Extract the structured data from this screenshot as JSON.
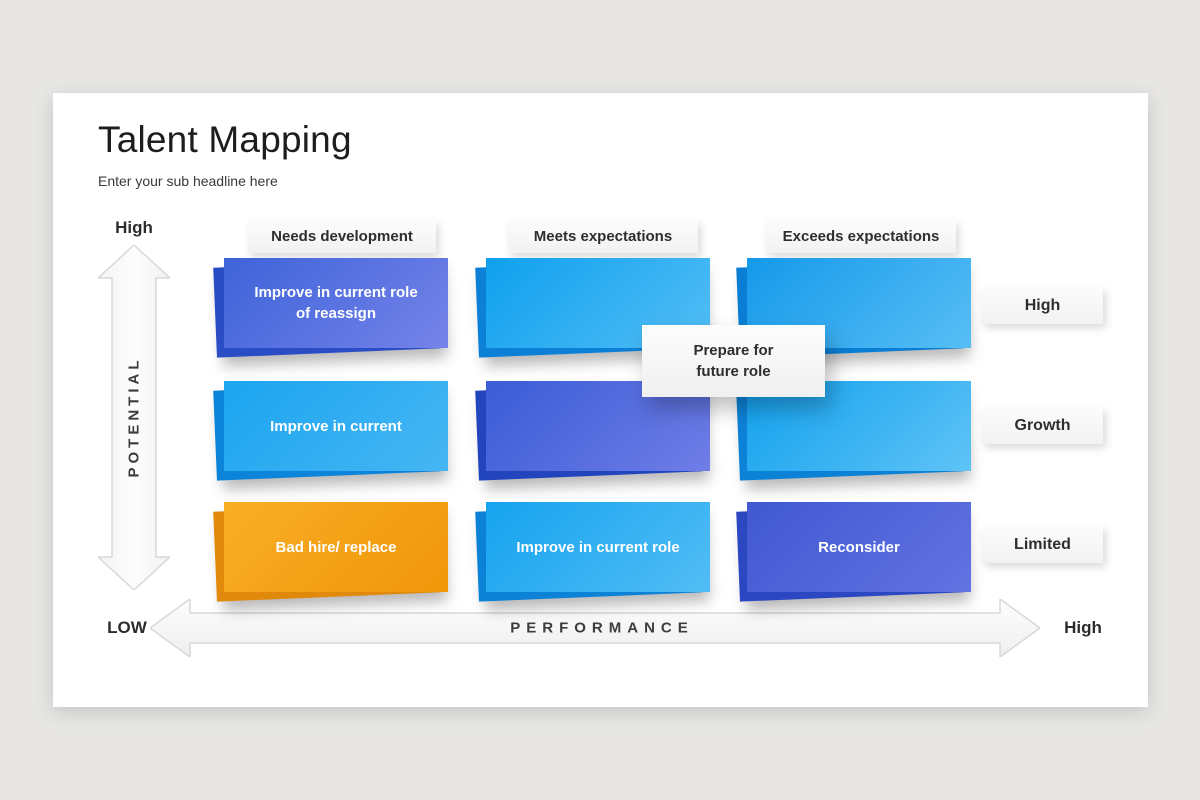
{
  "slide": {
    "title": "Talent Mapping",
    "subtitle": "Enter your sub headline here"
  },
  "axes": {
    "potential": {
      "label": "POTENTIAL",
      "high_label": "High"
    },
    "performance": {
      "label": "PERFORMANCE",
      "low_label": "LOW",
      "high_label": "High"
    }
  },
  "matrix": {
    "column_headers": [
      "Needs development",
      "Meets expectations",
      "Exceeds expectations"
    ],
    "row_labels": [
      "High",
      "Growth",
      "Limited"
    ],
    "cells": [
      {
        "label": "Improve in current role of reassign",
        "from": "#3e63d9",
        "to": "#7583e9",
        "back": "#2a4cc5"
      },
      {
        "label": "",
        "from": "#0fa0ee",
        "to": "#53bef5",
        "back": "#0b80d6"
      },
      {
        "label": "",
        "from": "#1599ea",
        "to": "#57bef5",
        "back": "#0a7ed4"
      },
      {
        "label": "Improve in current",
        "from": "#1ba5f0",
        "to": "#47b6f3",
        "back": "#0c84d9"
      },
      {
        "label": "",
        "from": "#3a5cd6",
        "to": "#6f7de7",
        "back": "#2244bd"
      },
      {
        "label": "",
        "from": "#12a1ee",
        "to": "#5fc3f6",
        "back": "#0c82d7"
      },
      {
        "label": "Bad hire/ replace",
        "from": "#f8ae25",
        "to": "#f0960a",
        "back": "#e1890a"
      },
      {
        "label": "Improve in current role",
        "from": "#16a3ef",
        "to": "#52bdf5",
        "back": "#0c82d7"
      },
      {
        "label": "Reconsider",
        "from": "#4158d2",
        "to": "#6273e2",
        "back": "#2c47c2"
      }
    ],
    "callout": {
      "label": "Prepare for future role"
    }
  },
  "colors": {
    "page_background": "#e7e6e4",
    "slide_background": "#ffffff",
    "arrow_stroke": "#d8d8d8"
  }
}
